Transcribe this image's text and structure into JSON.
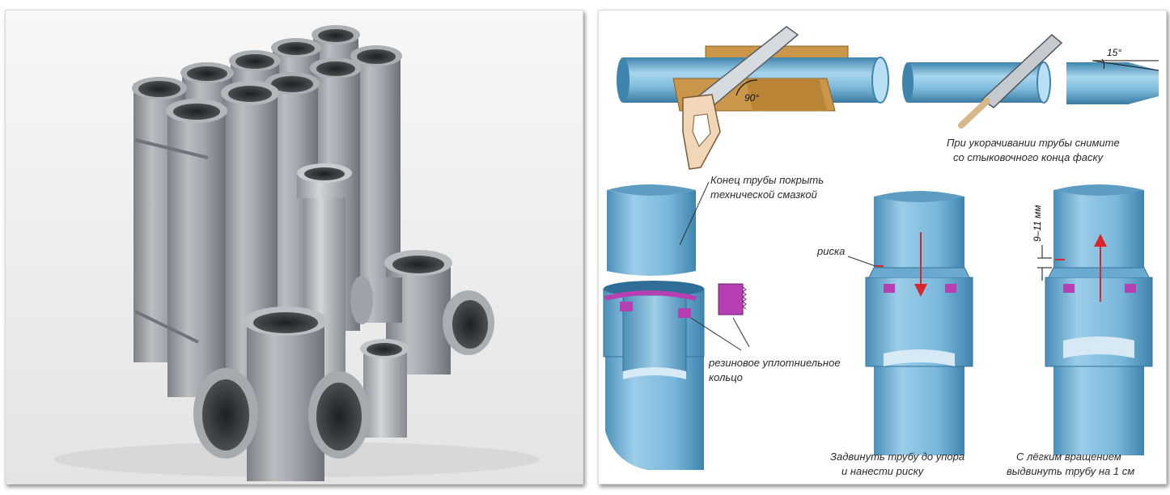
{
  "colors": {
    "pipe_blue": "#6fb1d4",
    "pipe_dark": "#3f84ad",
    "seal_magenta": "#b53fb3",
    "wood": "#c9964a",
    "arrow_red": "#d9262a",
    "photo_pipe_grey": "#9aa0a5"
  },
  "diagram": {
    "cut_angle": "90°",
    "chamfer_angle": "15°",
    "chamfer_note_line1": "При укорачивании трубы снимите",
    "chamfer_note_line2": "со стыковочного конца фаску",
    "grease_note_line1": "Конец трубы покрыть",
    "grease_note_line2": "технической смазкой",
    "seal_note_line1": "резиновое уплотниельное",
    "seal_note_line2": "кольцо",
    "mark_label": "риска",
    "gap_label": "9–11 мм",
    "step1_line1": "Задвинуть трубу до упора",
    "step1_line2": "и нанести риску",
    "step2_line1": "С лёгким вращением",
    "step2_line2": "выдвинуть трубу на 1 см"
  }
}
